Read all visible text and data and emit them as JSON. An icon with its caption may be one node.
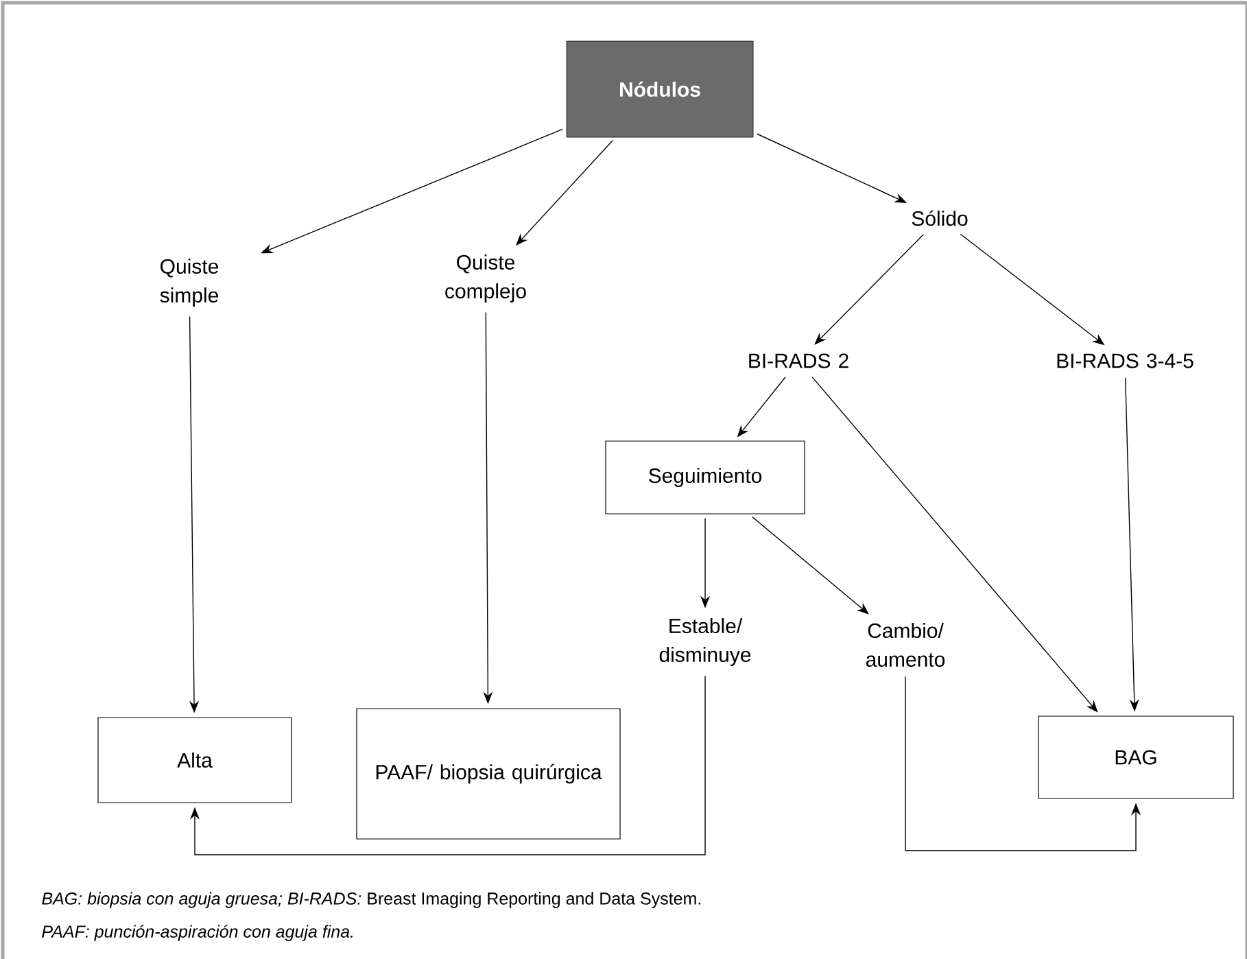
{
  "diagram": {
    "nodes": [
      {
        "text": [
          "Nódulos"
        ]
      },
      {
        "text": [
          "Quiste simple"
        ]
      },
      {
        "text": [
          "Quiste complejo"
        ]
      },
      {
        "text": [
          "Sólido"
        ]
      },
      {
        "text": [
          "BI-RADS 2"
        ]
      },
      {
        "text": [
          "BI-RADS 3-4-5"
        ]
      },
      {
        "text": [
          "Seguimiento"
        ]
      },
      {
        "text": [
          "Estable/ disminuye"
        ]
      },
      {
        "text": [
          "Cambio/ aumento"
        ]
      },
      {
        "text": [
          "Alta"
        ]
      },
      {
        "text": [
          "PAAF/ biopsia quirúrgica"
        ]
      },
      {
        "text": [
          "BAG"
        ]
      }
    ],
    "edges": [
      {
        "from": 0,
        "to": 1,
        "arrow": "to"
      },
      {
        "from": 0,
        "to": 2,
        "arrow": "to"
      },
      {
        "from": 0,
        "to": 3,
        "arrow": "to"
      },
      {
        "from": 1,
        "to": 9,
        "arrow": "to"
      },
      {
        "from": 2,
        "to": 10,
        "arrow": "to"
      },
      {
        "from": 3,
        "to": 4,
        "arrow": "to"
      },
      {
        "from": 3,
        "to": 5,
        "arrow": "to"
      },
      {
        "from": 4,
        "to": 6,
        "arrow": "to"
      },
      {
        "from": 4,
        "to": 11,
        "arrow": "to"
      },
      {
        "from": 5,
        "to": 11,
        "arrow": "to"
      },
      {
        "from": 6,
        "to": 7,
        "arrow": "to"
      },
      {
        "from": 6,
        "to": 8,
        "arrow": "to"
      },
      {
        "from": 8,
        "to": 11,
        "arrow": "to"
      },
      {
        "from": 7,
        "to": 9,
        "arrow": "to"
      }
    ],
    "labels": [
      "*BAG: biopsia con aguja gruesa; BI-RADS:* Breast Imaging Reporting and Data System.",
      "PAAF: punción-aspiración con aguja fina."
    ]
  }
}
